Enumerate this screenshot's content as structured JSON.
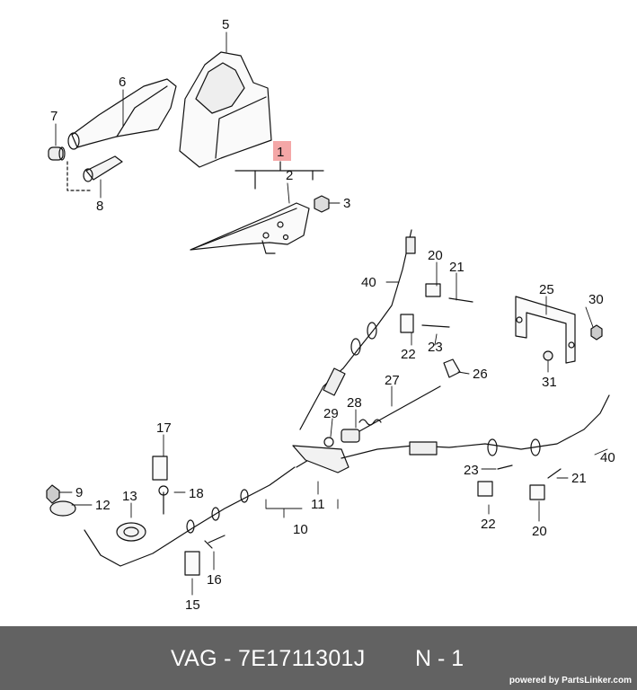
{
  "callouts": [
    "1",
    "2",
    "3",
    "5",
    "6",
    "7",
    "8",
    "10",
    "11",
    "12",
    "13",
    "15",
    "16",
    "17",
    "18",
    "9",
    "20",
    "20",
    "21",
    "21",
    "22",
    "22",
    "23",
    "23",
    "25",
    "26",
    "27",
    "28",
    "29",
    "30",
    "31",
    "40",
    "40"
  ],
  "highlight_color": "#f4a7a7",
  "footer": {
    "brand": "VAG",
    "dash": "-",
    "part_number": "7E1711301J",
    "quantity": "N - 1",
    "credit": "powered by PartsLinker.com",
    "background": "#626262"
  }
}
